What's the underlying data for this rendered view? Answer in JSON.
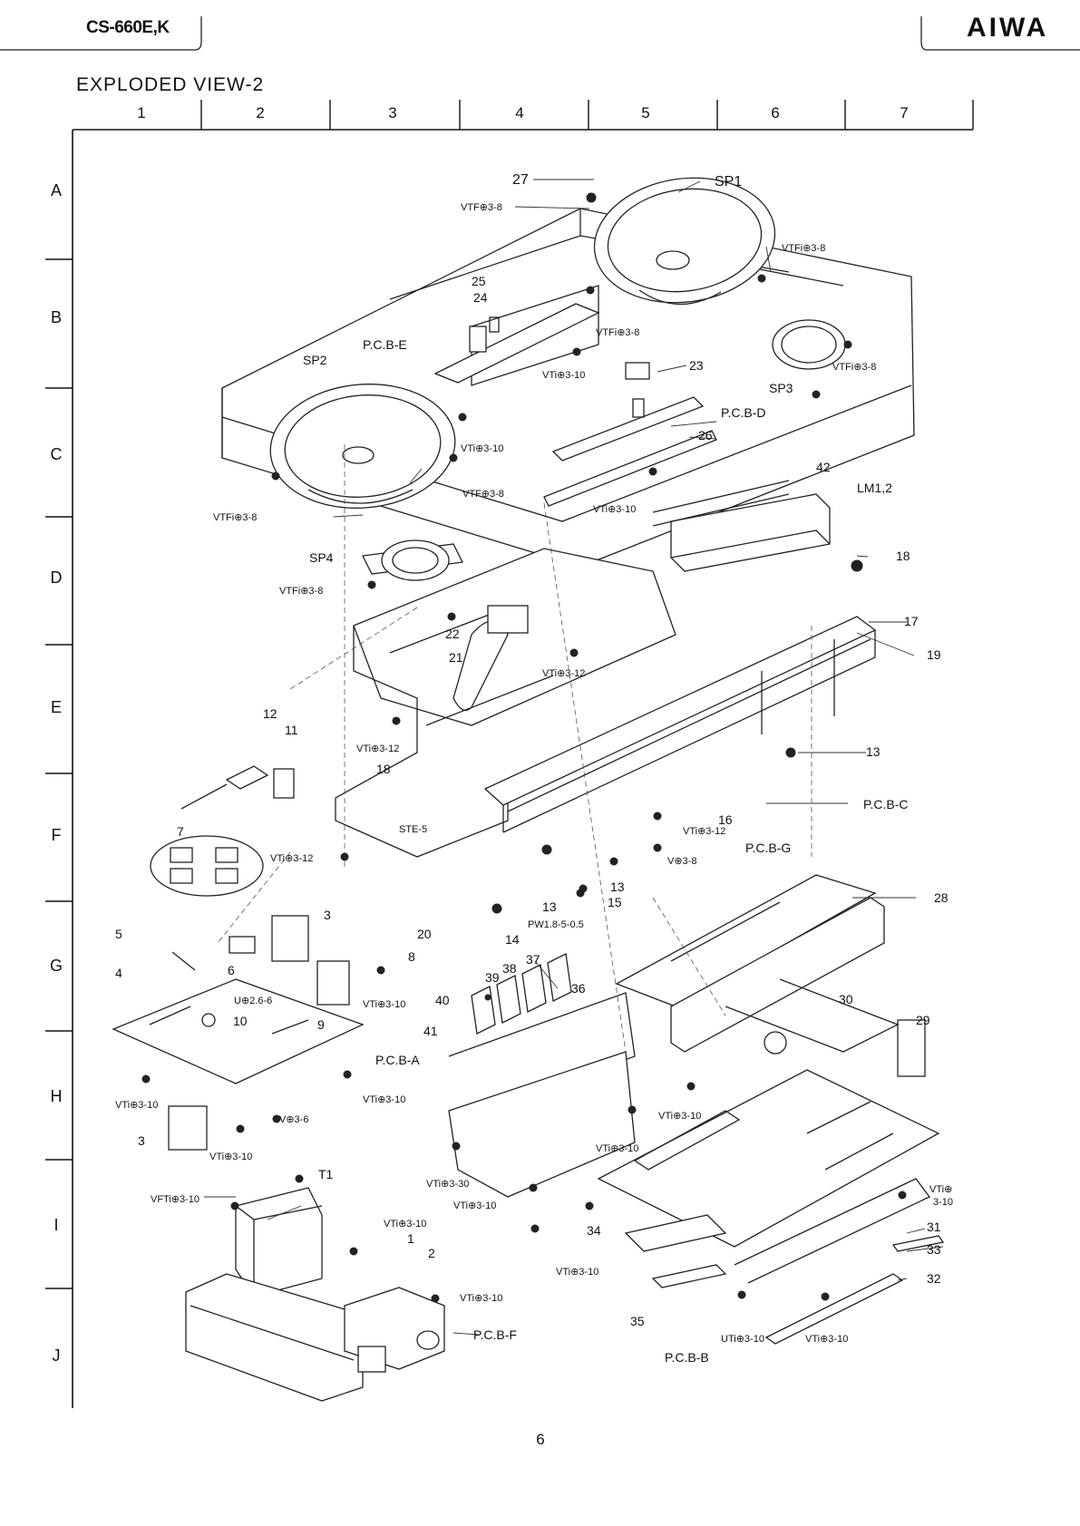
{
  "header": {
    "model": "CS-660E,K",
    "brand": "AIWA",
    "title": "EXPLODED VIEW-2"
  },
  "grid": {
    "columns": [
      "1",
      "2",
      "3",
      "4",
      "5",
      "6",
      "7"
    ],
    "rows": [
      "A",
      "B",
      "C",
      "D",
      "E",
      "F",
      "G",
      "H",
      "I",
      "J"
    ]
  },
  "labels": {
    "p27": "27",
    "sp1": "SP1",
    "vtf38a": "VTF⊕3-8",
    "vtfi38a": "VTFi⊕3-8",
    "p24": "24",
    "p25": "25",
    "vtfi38b": "VTFi⊕3-8",
    "pcbe": "P.C.B-E",
    "vti310a": "VTi⊕3-10",
    "sp3": "SP3",
    "vtfi38c": "VTFi⊕3-8",
    "p23": "23",
    "sp2": "SP2",
    "pcbd": "P.C.B-D",
    "vti310b": "VTi⊕3-10",
    "p26": "26",
    "vtf38b": "VTF⊕3-8",
    "vti310c": "VTi⊕3-10",
    "vtfi38d": "VTFi⊕3-8",
    "p42": "42",
    "lm12": "LM1,2",
    "sp4": "SP4",
    "p18a": "18",
    "vtfi38e": "VTFi⊕3-8",
    "p17": "17",
    "p22": "22",
    "p19": "19",
    "p21": "21",
    "vti312a": "VTi⊕3-12",
    "p12": "12",
    "p11": "11",
    "vti312b": "VTi⊕3-12",
    "p13a": "13",
    "p18b": "18",
    "ste5": "STE-5",
    "p16": "16",
    "pcbc": "P.C.B-C",
    "vti312c": "VTi⊕3-12",
    "p7": "7",
    "vti312d": "VTi⊕3-12",
    "v38": "V⊕3-8",
    "pcbg": "P.C.B-G",
    "p13b": "13",
    "p13c": "13",
    "p15": "15",
    "p28": "28",
    "p3a": "3",
    "p20": "20",
    "p14": "14",
    "pw": "PW1.8-5-0.5",
    "p5": "5",
    "p8": "8",
    "p4": "4",
    "p6": "6",
    "p37": "37",
    "p38": "38",
    "p39": "39",
    "p36": "36",
    "u266": "U⊕2.6-6",
    "vti310d": "VTi⊕3-10",
    "p30": "30",
    "p40": "40",
    "p29": "29",
    "p10": "10",
    "p9": "9",
    "p41": "41",
    "pcba": "P.C.B-A",
    "vti310e": "VTi⊕3-10",
    "vti310f": "VTi⊕3-10",
    "vti310g": "VTi⊕3-10",
    "v36": "V⊕3-6",
    "p3b": "3",
    "vti310h": "VTi⊕3-10",
    "vti310i": "VTi⊕3-10",
    "t1": "T1",
    "vti330": "VTi⊕3-30",
    "vfti310": "VFTi⊕3-10",
    "vti310j": "VTi⊕3-10",
    "vti310k": "VTi⊕",
    "vti310k2": "3-10",
    "p31": "31",
    "vti310l": "VTi⊕3-10",
    "p1": "1",
    "p2": "2",
    "p34": "34",
    "p33": "33",
    "vti310m": "VTi⊕3-10",
    "p32": "32",
    "vti310n": "VTi⊕3-10",
    "pcbf": "P.C.B-F",
    "p35": "35",
    "uti310": "UTi⊕3-10",
    "vti310o": "VTi⊕3-10",
    "pcbb": "P.C.B-B"
  },
  "footer": {
    "page": "6"
  }
}
